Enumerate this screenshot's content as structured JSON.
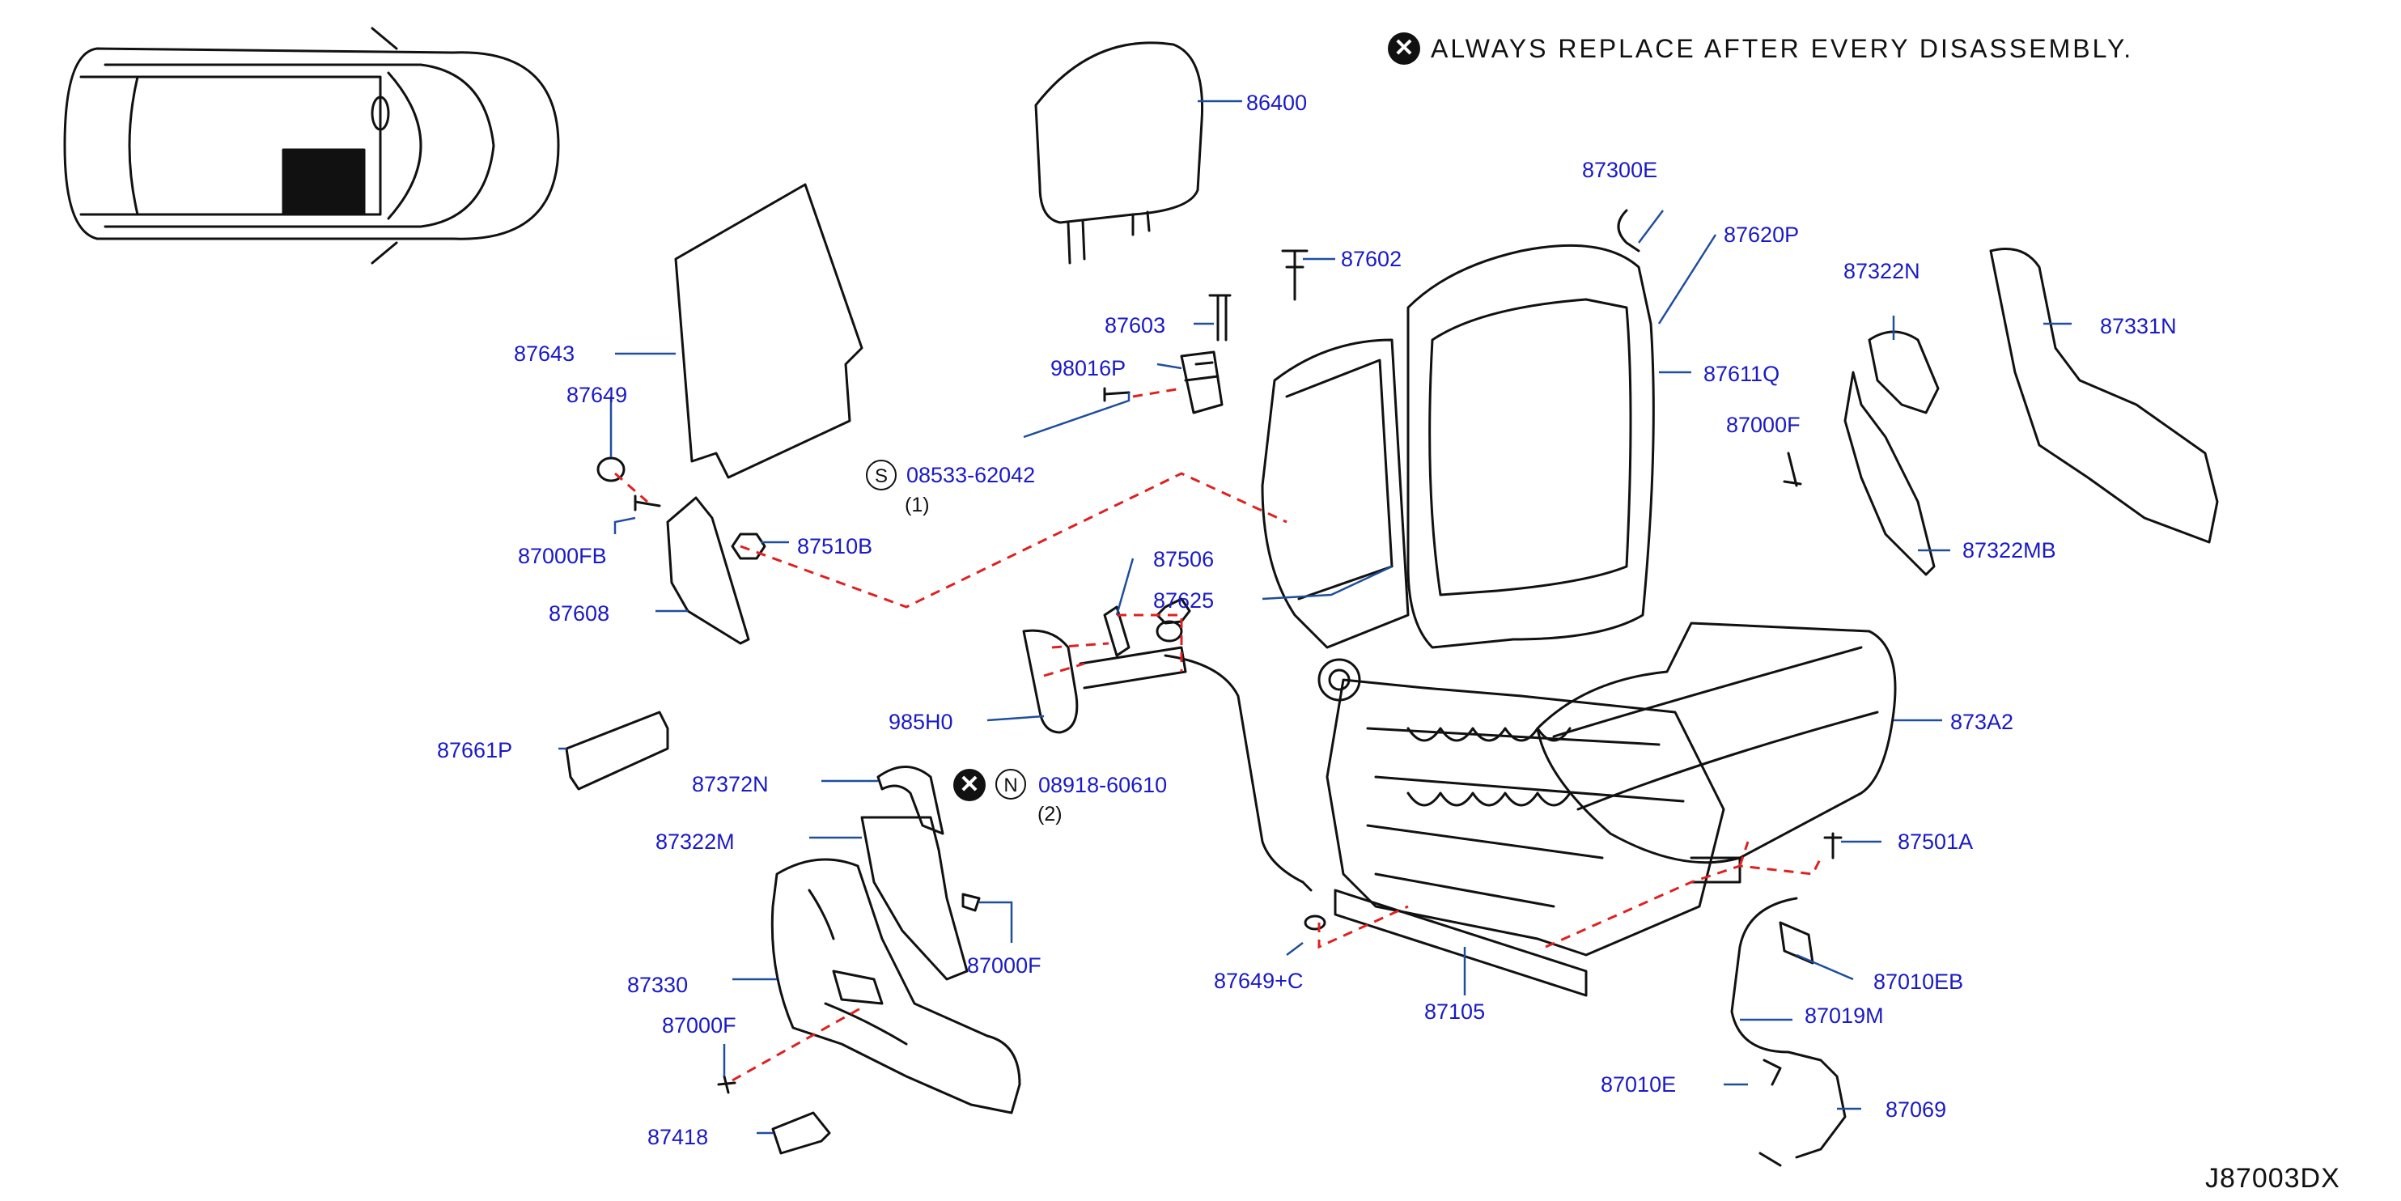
{
  "note": {
    "text": "ALWAYS REPLACE AFTER EVERY DISASSEMBLY."
  },
  "diagram_code": "J87003DX",
  "symbols": {
    "s_letter": "S",
    "n_letter": "N",
    "x_mark": "✕",
    "s_qty": "(1)",
    "n_qty": "(2)"
  },
  "colors": {
    "label": "#1a1ac8",
    "leader": "#1f4e9c",
    "dashed": "#e02020",
    "drawing": "#111111"
  },
  "labels": {
    "l86400": "86400",
    "l87300E": "87300E",
    "l87620P": "87620P",
    "l87602": "87602",
    "l87603": "87603",
    "l98016P": "98016P",
    "l87611Q": "87611Q",
    "l87322N": "87322N",
    "l87331N": "87331N",
    "l87643": "87643",
    "l87649": "87649",
    "l08533": "08533-62042",
    "l87000F_a": "87000F",
    "l87000FB": "87000FB",
    "l87510B": "87510B",
    "l87608": "87608",
    "l87506": "87506",
    "l87625": "87625",
    "l87322MB": "87322MB",
    "l985H0": "985H0",
    "l873A2": "873A2",
    "l87661P": "87661P",
    "l87372N": "87372N",
    "l08918": "08918-60610",
    "l87322M": "87322M",
    "l87501A": "87501A",
    "l87000F_b": "87000F",
    "l87649C": "87649+C",
    "l87330": "87330",
    "l87010EB": "87010EB",
    "l87105": "87105",
    "l87000F_c": "87000F",
    "l87019M": "87019M",
    "l87010E": "87010E",
    "l87069": "87069",
    "l87418": "87418"
  }
}
